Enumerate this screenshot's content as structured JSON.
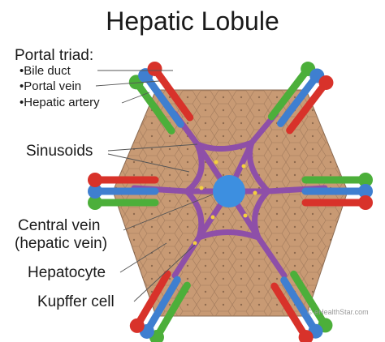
{
  "title": "Hepatic Lobule",
  "labels": {
    "portal_triad": "Portal triad:",
    "bile_duct": "•Bile duct",
    "portal_vein": "•Portal vein",
    "hepatic_artery": "•Hepatic artery",
    "sinusoids": "Sinusoids",
    "central_vein": "Central vein",
    "hepatic_vein": "(hepatic vein)",
    "hepatocyte": "Hepatocyte",
    "kupffer_cell": "Kupffer cell"
  },
  "watermark": "© eHealthStar.com",
  "colors": {
    "tissue": "#c89a74",
    "cell_line": "#9b7558",
    "sinusoid": "#8e4fa8",
    "bile_duct": "#4caf3a",
    "portal_vein": "#3f7fd0",
    "hepatic_artery": "#d8322a",
    "central_vein": "#3d8fe0",
    "kupffer": "#f4d03f"
  }
}
